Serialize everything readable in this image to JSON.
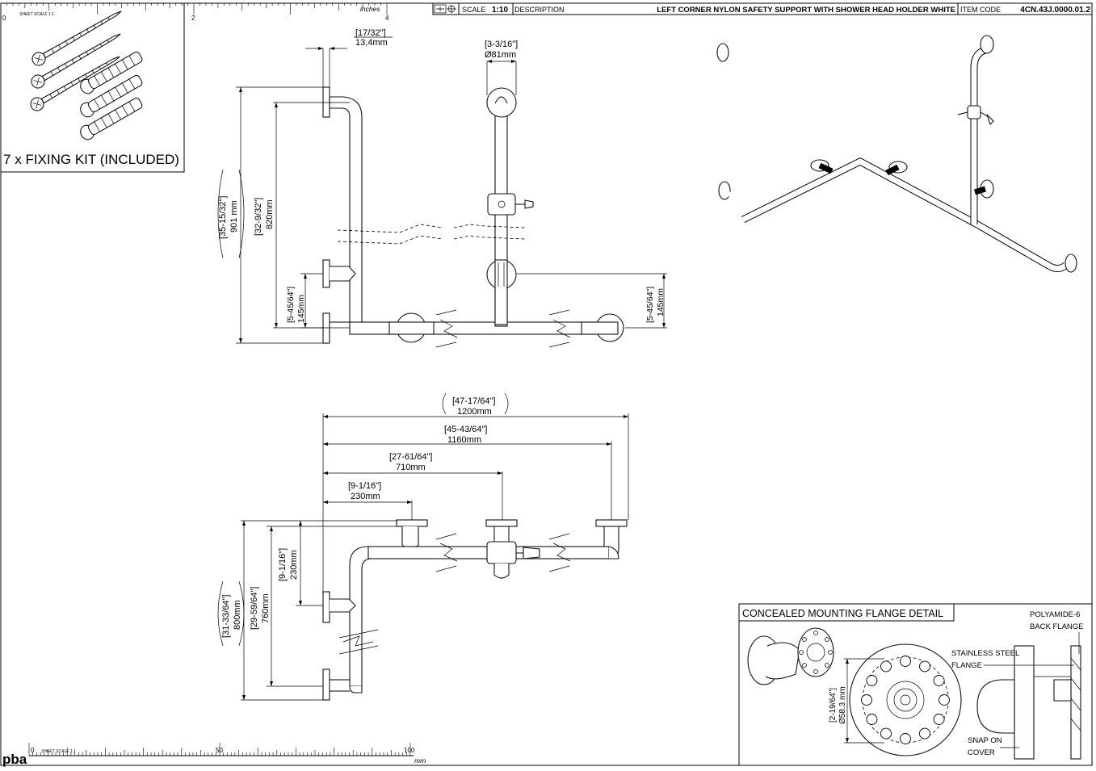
{
  "title_block": {
    "scale_label": "SCALE",
    "scale_value": "1:10",
    "description_label": "DESCRIPTION",
    "description": "LEFT CORNER NYLON SAFETY SUPPORT WITH SHOWER HEAD HOLDER WHITE",
    "item_code_label": "ITEM CODE",
    "item_code": "4CN.43J.0000.01.2"
  },
  "top_ruler": {
    "unit": "inches",
    "ticks": [
      "0",
      "2",
      "4"
    ],
    "sheet_scale": "SHEET SCALE 1:1"
  },
  "bottom_ruler": {
    "logo": "pba",
    "unit": "mm",
    "ticks": [
      "0",
      "50",
      "100"
    ],
    "sheet_scale": "SHEET SCALE 1:1"
  },
  "fixing_kit": {
    "label": "7 x FIXING KIT (INCLUDED)"
  },
  "front_view": {
    "dim_pipe_in": "[17/32\"]",
    "dim_pipe_mm": "13,4mm",
    "dim_holder_in": "[3-3/16\"]",
    "dim_holder_mm": "Ø81mm",
    "dim_total_h_in": "[35-15/32\"]",
    "dim_total_h_mm": "901 mm",
    "dim_bar_h_in": "[32-9/32\"]",
    "dim_bar_h_mm": "820mm",
    "dim_low_in": "[5-45/64\"]",
    "dim_low_mm": "145mm",
    "dim_right_in": "[5-45/64\"]",
    "dim_right_mm": "145mm"
  },
  "plan_view": {
    "dim_1200_in": "[47-17/64\"]",
    "dim_1200_mm": "1200mm",
    "dim_1160_in": "[45-43/64\"]",
    "dim_1160_mm": "1160mm",
    "dim_710_in": "[27-61/64\"]",
    "dim_710_mm": "710mm",
    "dim_230_in": "[9-1/16\"]",
    "dim_230_mm": "230mm",
    "dim_v230_in": "[9-1/16\"]",
    "dim_v230_mm": "230mm",
    "dim_v800_in": "[31-33/64\"]",
    "dim_v800_mm": "800mm",
    "dim_v760_in": "[29-59/64\"]",
    "dim_v760_mm": "760mm"
  },
  "flange_detail": {
    "title": "CONCEALED MOUNTING FLANGE DETAIL",
    "polyamide_line1": "POLYAMIDE-6",
    "polyamide_line2": "BACK FLANGE",
    "steel_line1": "STAINLESS STEEL",
    "steel_line2": "FLANGE",
    "snap_line1": "SNAP ON",
    "snap_line2": "COVER",
    "dia_in": "[2-19/64\"]",
    "dia_mm": "Ø58.3 mm"
  }
}
